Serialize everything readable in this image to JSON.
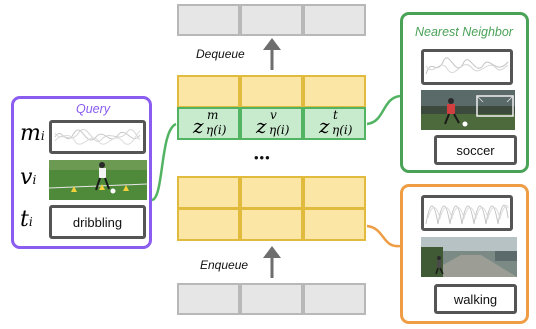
{
  "queue": {
    "dequeue_label": "Dequeue",
    "enqueue_label": "Enqueue",
    "ellipsis": "•••",
    "green_cells": [
      {
        "base": "z",
        "sup": "m",
        "sub": "η(i)"
      },
      {
        "base": "z",
        "sup": "v",
        "sub": "η(i)"
      },
      {
        "base": "z",
        "sup": "t",
        "sub": "η(i)"
      }
    ]
  },
  "query": {
    "title": "Query",
    "rows": [
      {
        "base": "m",
        "sub": "i"
      },
      {
        "base": "v",
        "sub": "i"
      },
      {
        "base": "t",
        "sub": "i"
      }
    ],
    "text_label": "dribbling"
  },
  "nearest_neighbor": {
    "title": "Nearest Neighbor",
    "text_label": "soccer"
  },
  "other_sample": {
    "text_label": "walking"
  },
  "colors": {
    "query_border": "#8a5cf0",
    "neighbor_border": "#4aa257",
    "other_border": "#ef9d45",
    "queue_yellow": "#fbe6a5",
    "queue_green": "#c9ebcd",
    "queue_gray": "#e6e6e6"
  }
}
